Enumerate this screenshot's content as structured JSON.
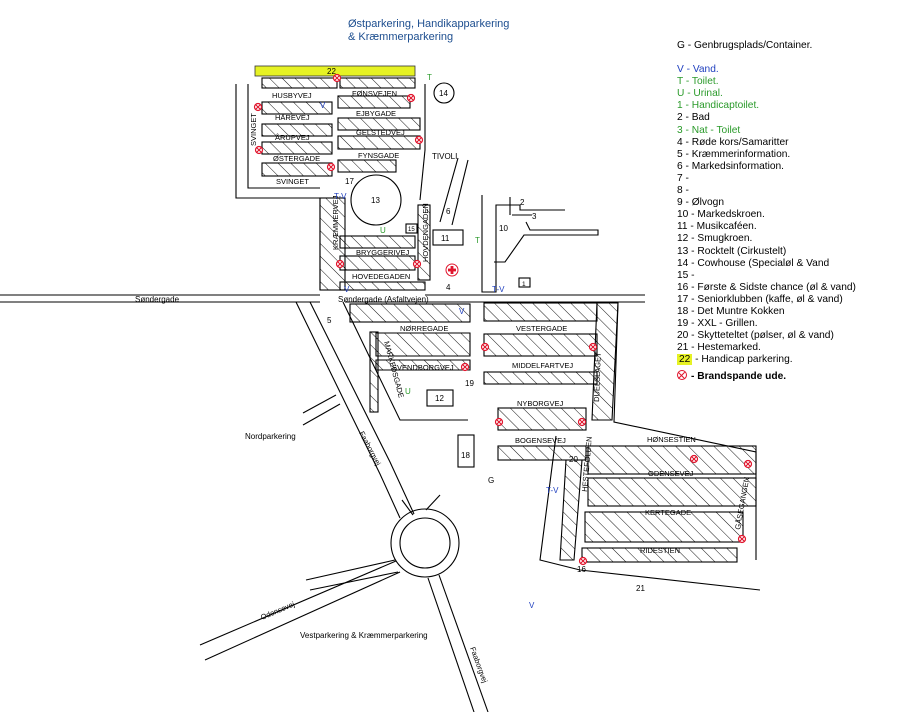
{
  "map_title": {
    "line1": "Østparkering, Handikapparkering",
    "line2": "& Kræmmerparkering"
  },
  "legend": [
    {
      "code": "G",
      "label": "Genbrugsplads/Container.",
      "color": "#000000"
    },
    {
      "code": "V",
      "label": "Vand.",
      "color": "#1f3fbf"
    },
    {
      "code": "T",
      "label": "Toilet.",
      "color": "#2a9a2a"
    },
    {
      "code": "U",
      "label": "Urinal.",
      "color": "#2a9a2a"
    },
    {
      "code": "1",
      "label": "Handicaptoilet.",
      "color": "#2a9a2a"
    },
    {
      "code": "2",
      "label": "Bad",
      "color": "#000000"
    },
    {
      "code": "3",
      "label": "Nat - Toilet",
      "color": "#2a9a2a"
    },
    {
      "code": "4",
      "label": "Røde kors/Samaritter",
      "color": "#000000"
    },
    {
      "code": "5",
      "label": "Kræmmerinformation.",
      "color": "#000000"
    },
    {
      "code": "6",
      "label": "Markedsinformation.",
      "color": "#000000"
    },
    {
      "code": "7",
      "label": "",
      "color": "#000000"
    },
    {
      "code": "8",
      "label": "",
      "color": "#000000"
    },
    {
      "code": "9",
      "label": "Ølvogn",
      "color": "#000000"
    },
    {
      "code": "10",
      "label": "Markedskroen.",
      "color": "#000000"
    },
    {
      "code": "11",
      "label": "Musikcaféen.",
      "color": "#000000"
    },
    {
      "code": "12",
      "label": "Smugkroen.",
      "color": "#000000"
    },
    {
      "code": "13",
      "label": "Rocktelt (Cirkustelt)",
      "color": "#000000"
    },
    {
      "code": "14",
      "label": "Cowhouse (Specialøl & Vand",
      "color": "#000000"
    },
    {
      "code": "15",
      "label": "",
      "color": "#000000"
    },
    {
      "code": "16",
      "label": "Første & Sidste chance (øl & vand)",
      "color": "#000000"
    },
    {
      "code": "17",
      "label": "Seniorklubben (kaffe, øl & vand)",
      "color": "#000000"
    },
    {
      "code": "18",
      "label": "Det Muntre Kokken",
      "color": "#000000"
    },
    {
      "code": "19",
      "label": "XXL - Grillen.",
      "color": "#000000"
    },
    {
      "code": "20",
      "label": "Skytteteltet (pølser, øl & vand)",
      "color": "#000000"
    },
    {
      "code": "21",
      "label": "Hestemarked.",
      "color": "#000000"
    },
    {
      "code": "22",
      "label": "Handicap parkering.",
      "color": "#000000",
      "highlight": "#e6f224"
    }
  ],
  "fire_legend": "- Brandspande ude.",
  "fire_color": "#e0142c",
  "handicap_color": "#e6f224",
  "streets": {
    "husbyvej": "HUSBYVEJ",
    "fonsvejen": "FØNSVEJEN",
    "harevej": "HÅREVEJ",
    "ejbygade": "EJBYGADE",
    "arupvej": "ÅRUPVEJ",
    "gelstedvej": "GELSTEDVEJ",
    "ostergade": "ØSTERGADE",
    "fynsgade": "FYNSGADE",
    "svinget": "SVINGET",
    "svinget_v": "SVINGET",
    "kraemmervej": "KRÆMMERVEJ",
    "hovdengaden": "HOVDENGADEN",
    "bryggerivej": "BRYGGERIVEJ",
    "hovedegaden": "HOVEDEGADEN",
    "sondergade": "Søndergade",
    "sondergade_asf": "Søndergade (Asfaltvejen)",
    "norregade": "NØRREGADE",
    "vestergade": "VESTERGADE",
    "svendborgvej": "SVENDBORGVEJ",
    "middelfartvej": "MIDDELFARTVEJ",
    "markedsgade": "MARKEDSGADE",
    "nyborgvej": "NYBORGVEJ",
    "bogensevej": "BOGENSEVEJ",
    "duelslaget": "DUELSLAGET",
    "hestefolden": "HESTEFOLDEN",
    "honsestien": "HØNSESTIEN",
    "odensevej": "ODENSEVEJ",
    "kertegade": "KERTEGADE",
    "gasegangen": "GÅSEGANGEN",
    "ridestien": "RIDESTIEN",
    "nordparkering": "Nordparkering",
    "vestparkering": "Vestparkering & Kræmmerparkering",
    "faborgvej": "Faaborgvej",
    "odensevej_road": "Odensevej",
    "faborgvej2": "Faaborgvej"
  },
  "places": {
    "handicap_num": "22",
    "n14": "14",
    "tivoli": "TIVOLI",
    "n17": "17",
    "n13": "13",
    "n6": "6",
    "n15": "15",
    "n11": "11",
    "n10": "10",
    "n2": "2",
    "n3": "3",
    "n4": "4",
    "n1": "1",
    "n5": "5",
    "n19": "19",
    "n12": "12",
    "n18": "18",
    "G": "G",
    "n20": "20",
    "n16": "16",
    "n21": "21"
  },
  "facilities": {
    "T": "T",
    "V": "V",
    "U": "U",
    "TV": "T-V"
  }
}
